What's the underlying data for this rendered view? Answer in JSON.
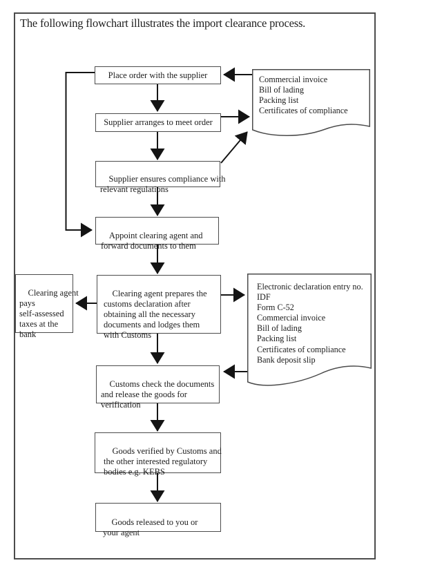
{
  "page": {
    "title": "The following flowchart illustrates the import clearance process."
  },
  "palette": {
    "background": "#ffffff",
    "box_border": "#4b4b4b",
    "arrow_line": "#141414",
    "text": "#1c1c1c"
  },
  "flowchart": {
    "nodes": [
      {
        "id": "place-order",
        "label": "Place order with the supplier"
      },
      {
        "id": "supplier-arranges",
        "label": "Supplier arranges to meet order"
      },
      {
        "id": "supplier-compliance",
        "label": "Supplier ensures compliance with\nrelevant regulations"
      },
      {
        "id": "appoint-agent",
        "label": "Appoint clearing agent and\nforward documents to them"
      },
      {
        "id": "agent-prepares",
        "label": "Clearing agent prepares the\ncustoms declaration after\nobtaining all the necessary\ndocuments and lodges them\nwith Customs"
      },
      {
        "id": "customs-check",
        "label": "Customs check the documents\nand release the goods for\nverification"
      },
      {
        "id": "goods-verified",
        "label": "Goods verified by Customs and\nthe other interested regulatory\nbodies e.g. KEBS"
      },
      {
        "id": "goods-released",
        "label": "Goods released to you or\nyour agent"
      }
    ],
    "side_note": {
      "label": "Clearing agent\npays\nself-assessed\ntaxes at the\nbank"
    },
    "documents": [
      {
        "id": "supplier-documents",
        "lines": [
          "Commercial invoice",
          "Bill of lading",
          "Packing list",
          "Certificates of compliance"
        ]
      },
      {
        "id": "declaration-documents",
        "lines": [
          "Electronic declaration entry no.",
          "IDF",
          "Form C-52",
          "Commercial invoice",
          "Bill of lading",
          "Packing list",
          "Certificates of compliance",
          "Bank deposit slip"
        ]
      }
    ]
  }
}
